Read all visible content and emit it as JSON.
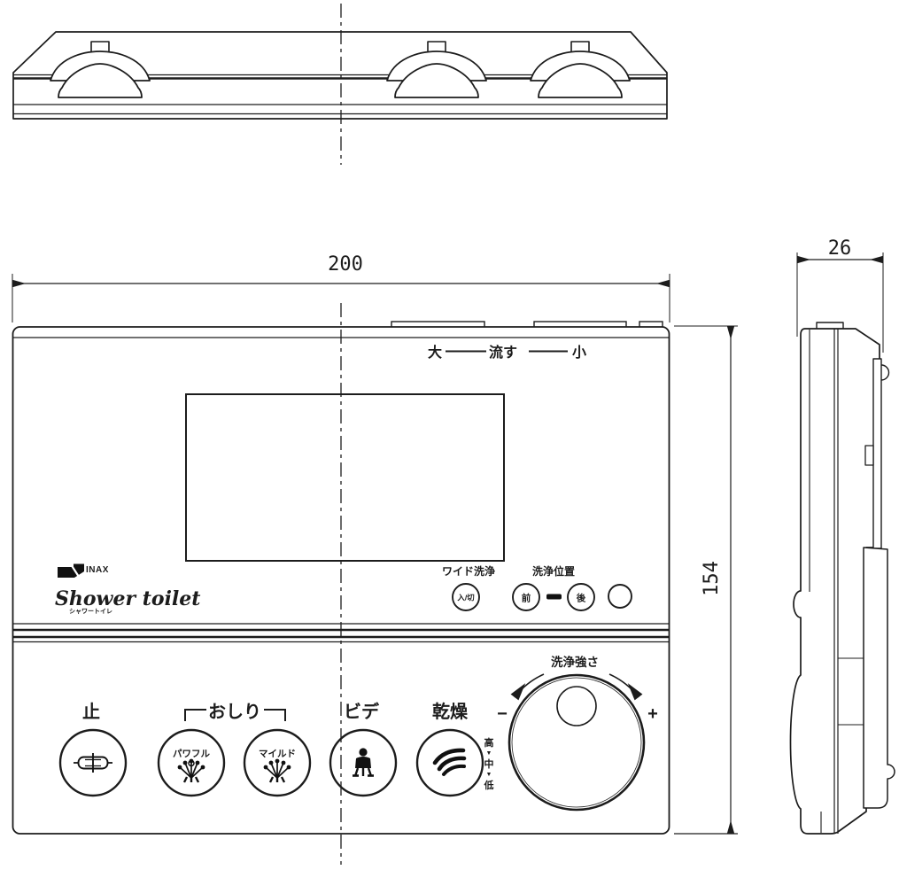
{
  "colors": {
    "line": "#1f1f1f",
    "background": "#ffffff"
  },
  "dimensions": {
    "width_mm": "200",
    "height_mm": "154",
    "depth_mm": "26"
  },
  "top_edge": {
    "flush_large": "大",
    "flush_label": "流す",
    "flush_small": "小"
  },
  "brand": {
    "logo": "INAX",
    "name": "Shower toilet",
    "kana": "シャワートイレ"
  },
  "upper_controls": {
    "wide_wash_label": "ワイド洗浄",
    "wide_wash_button": "入/切",
    "position_label": "洗浄位置",
    "position_front": "前",
    "position_rear": "後"
  },
  "lower_controls": {
    "stop_label": "止",
    "oshiri_label": "おしり",
    "powerful_label": "パワフル",
    "mild_label": "マイルド",
    "bidet_label": "ビデ",
    "dryer_label": "乾燥",
    "strength_label": "洗浄強さ",
    "minus": "−",
    "plus": "+",
    "level_high": "高",
    "level_mid": "中",
    "level_low": "低",
    "level_arrow": "▼"
  }
}
